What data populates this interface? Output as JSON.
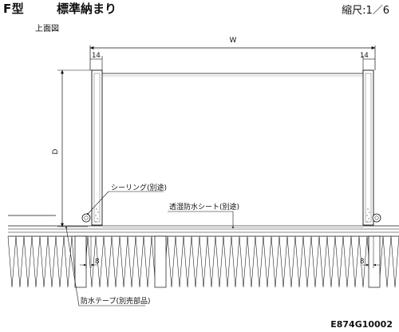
{
  "header": {
    "title": "F型",
    "subtitle": "標準納まり",
    "scale": "縮尺:1／6",
    "view_label": "上面図"
  },
  "dimensions": {
    "width": "W",
    "depth": "D",
    "left_offset": "14",
    "right_offset": "14",
    "left_gap": "8",
    "right_gap": "8"
  },
  "callouts": {
    "sealing": "シーリング(別途)",
    "sheet": "透湿防水シート(別途)",
    "tape": "防水テープ(別売部品)"
  },
  "footer": {
    "drawing_code": "E874G10002"
  }
}
